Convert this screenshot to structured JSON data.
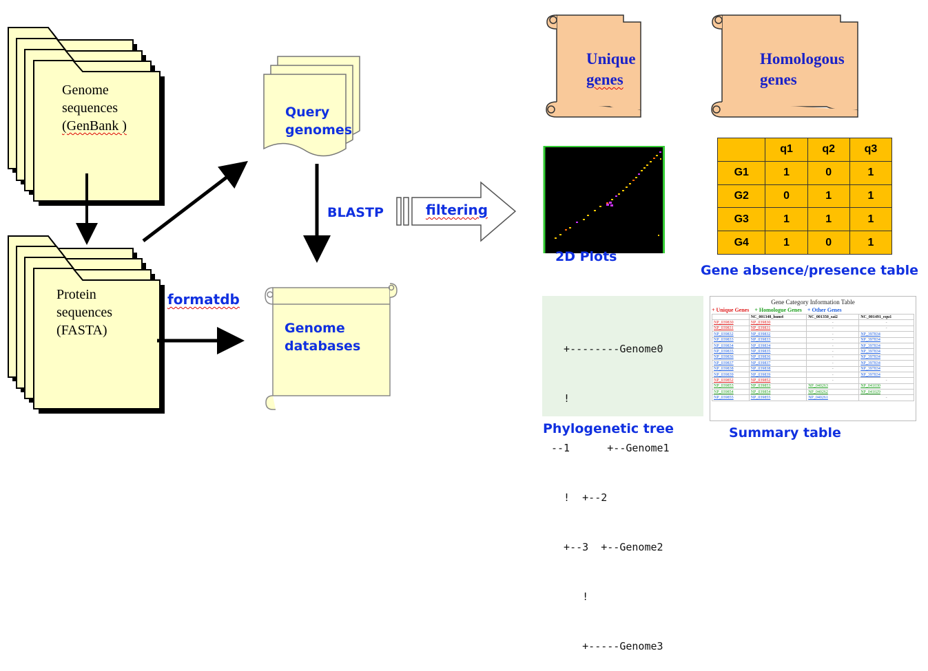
{
  "colors": {
    "folder_fill": "#ffffc8",
    "scroll_fill": "#f9c99a",
    "paper_fill": "#ffffcc",
    "arrow": "#000000",
    "blue_text": "#1030e0",
    "table_fill": "#ffc000",
    "tree_bg": "#e8f3e6",
    "plot_bg": "#000000",
    "plot_border": "#33cc33"
  },
  "inputs": {
    "genome_folder": [
      "Genome",
      "sequences",
      "(GenBank )"
    ],
    "protein_folder": [
      "Protein",
      "sequences",
      "(FASTA)"
    ],
    "query_genomes": [
      "Query",
      "genomes"
    ],
    "genome_databases": [
      "Genome",
      "databases"
    ]
  },
  "steps": {
    "formatdb": "formatdb",
    "blastp": "BLASTP",
    "filtering": "filtering"
  },
  "outputs": {
    "unique_genes": [
      "Unique",
      "genes"
    ],
    "homologous_genes": [
      "Homologous",
      "genes"
    ],
    "plot_caption": "2D Plots",
    "table_caption": "Gene absence/presence table",
    "tree_caption": "Phylogenetic tree",
    "summary_caption": "Summary table"
  },
  "presence_table": {
    "header": [
      "",
      "q1",
      "q2",
      "q3"
    ],
    "rows": [
      [
        "G1",
        "1",
        "0",
        "1"
      ],
      [
        "G2",
        "0",
        "1",
        "1"
      ],
      [
        "G3",
        "1",
        "1",
        "1"
      ],
      [
        "G4",
        "1",
        "0",
        "1"
      ]
    ]
  },
  "tree_lines": [
    "  +--------Genome0",
    "  !",
    "--1      +--Genome1",
    "  !  +--2",
    "  +--3  +--Genome2",
    "     !",
    "     +-----Genome3"
  ],
  "summary_table": {
    "title": "Gene Category Information Table",
    "legend": [
      {
        "text": "+ Unique Genes",
        "color": "#e02020"
      },
      {
        "text": "+ Homologue Genes",
        "color": "#20a020"
      },
      {
        "text": "+ Other Genes",
        "color": "#2060e0"
      }
    ],
    "header": [
      "",
      "NC_001348_hum4",
      "NC_001350_sai2",
      "NC_001491_equ1"
    ],
    "rows": [
      {
        "cells": [
          "NP_039830",
          "NP_039830",
          "-",
          "-"
        ],
        "color": "#e02020"
      },
      {
        "cells": [
          "NP_039831",
          "NP_039831",
          "-",
          "-"
        ],
        "color": "#e02020"
      },
      {
        "cells": [
          "NP_039832",
          "NP_039832",
          "-",
          "NP_397834"
        ],
        "color": "#2060e0"
      },
      {
        "cells": [
          "NP_039833",
          "NP_039833",
          "-",
          "NP_397834"
        ],
        "color": "#2060e0"
      },
      {
        "cells": [
          "NP_039834",
          "NP_039834",
          "-",
          "NP_397834"
        ],
        "color": "#2060e0"
      },
      {
        "cells": [
          "NP_039835",
          "NP_039835",
          "-",
          "NP_397834"
        ],
        "color": "#2060e0"
      },
      {
        "cells": [
          "NP_039836",
          "NP_039836",
          "-",
          "NP_397834"
        ],
        "color": "#2060e0"
      },
      {
        "cells": [
          "NP_039837",
          "NP_039837",
          "-",
          "NP_397834"
        ],
        "color": "#2060e0"
      },
      {
        "cells": [
          "NP_039838",
          "NP_039838",
          "-",
          "NP_397834"
        ],
        "color": "#2060e0"
      },
      {
        "cells": [
          "NP_039839",
          "NP_039839",
          "-",
          "NP_397834"
        ],
        "color": "#2060e0"
      },
      {
        "cells": [
          "NP_039852",
          "NP_039852",
          "-",
          "-"
        ],
        "color": "#e02020"
      },
      {
        "cells": [
          "NP_039853",
          "NP_039853",
          "NP_040263",
          "NP_041030"
        ],
        "color": "#20a020"
      },
      {
        "cells": [
          "NP_039854",
          "NP_039854",
          "NP_040262",
          "NP_041029"
        ],
        "color": "#20a020"
      },
      {
        "cells": [
          "NP_039855",
          "NP_039855",
          "NP_040261",
          "-"
        ],
        "color": "#2060e0"
      }
    ]
  }
}
